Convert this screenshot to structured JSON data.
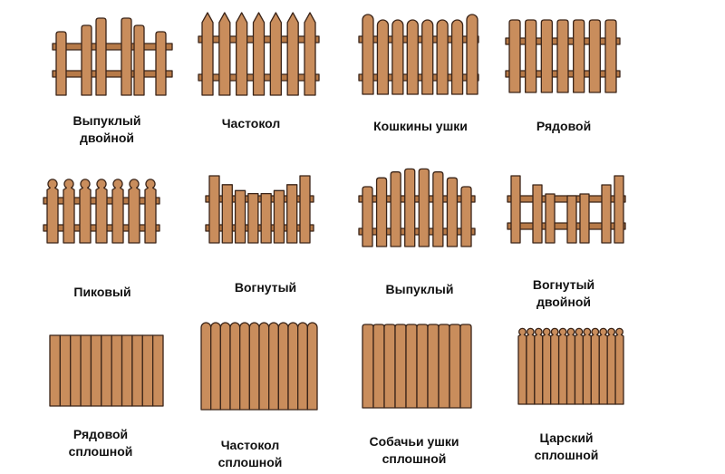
{
  "colors": {
    "wood": "#c98d5c",
    "wood_shade": "#b77a48",
    "outline": "#3a2418"
  },
  "fence_types": [
    {
      "id": "convex-double",
      "lines": [
        "Выпуклый",
        "двойной"
      ]
    },
    {
      "id": "picket",
      "lines": [
        "Частокол"
      ]
    },
    {
      "id": "cat-ears",
      "lines": [
        "Кошкины ушки"
      ]
    },
    {
      "id": "row",
      "lines": [
        "Рядовой"
      ]
    },
    {
      "id": "peak",
      "lines": [
        "Пиковый"
      ]
    },
    {
      "id": "concave",
      "lines": [
        "Вогнутый"
      ]
    },
    {
      "id": "convex",
      "lines": [
        "Выпуклый"
      ]
    },
    {
      "id": "concave-double",
      "lines": [
        "Вогнутый",
        "двойной"
      ]
    },
    {
      "id": "row-solid",
      "lines": [
        "Рядовой",
        "сплошной"
      ]
    },
    {
      "id": "picket-solid",
      "lines": [
        "Частокол",
        "сплошной"
      ]
    },
    {
      "id": "dog-ears-solid",
      "lines": [
        "Собачьи ушки",
        "сплошной"
      ]
    },
    {
      "id": "royal-solid",
      "lines": [
        "Царский",
        "сплошной"
      ]
    }
  ]
}
